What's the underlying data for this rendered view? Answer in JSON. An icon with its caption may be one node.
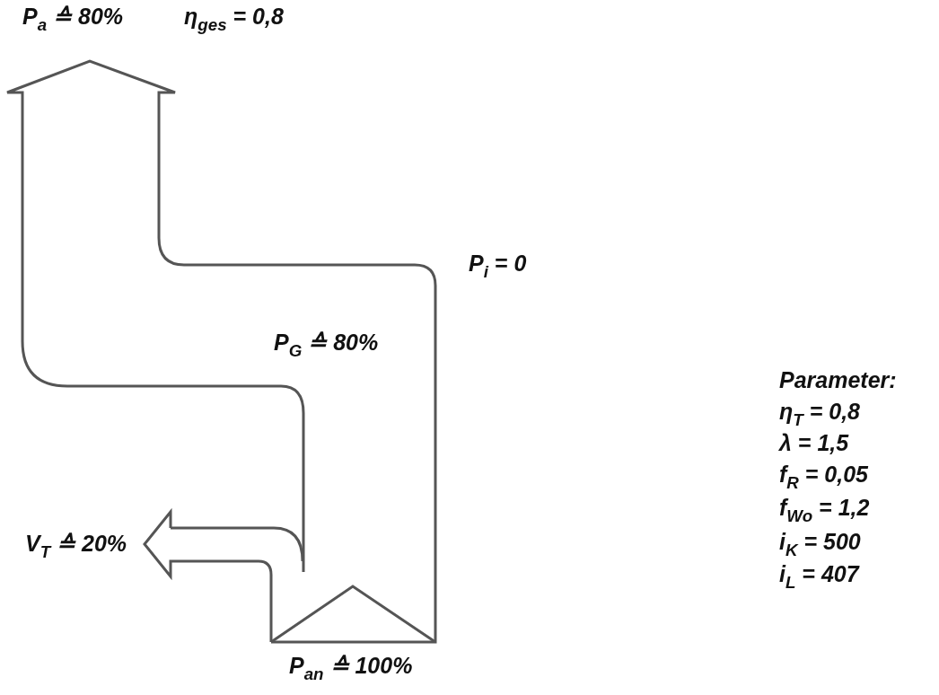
{
  "diagram": {
    "labels": [
      "P$_{a}$ ≙ 80%",
      "η$_{ges}$ = 0,8",
      "P$_{i}$ = 0",
      "P$_{G}$ ≙ 80%",
      "Parameter:",
      "η$_{T}$ = 0,8",
      "λ = 1,5",
      "f$_{R}$ = 0,05",
      "f$_{Wo}$ = 1,2",
      "i$_{K}$ = 500",
      "V$_{T}$ ≙ 20%",
      "i$_{L}$ = 407",
      "P$_{an}$ ≙ 100%"
    ]
  }
}
